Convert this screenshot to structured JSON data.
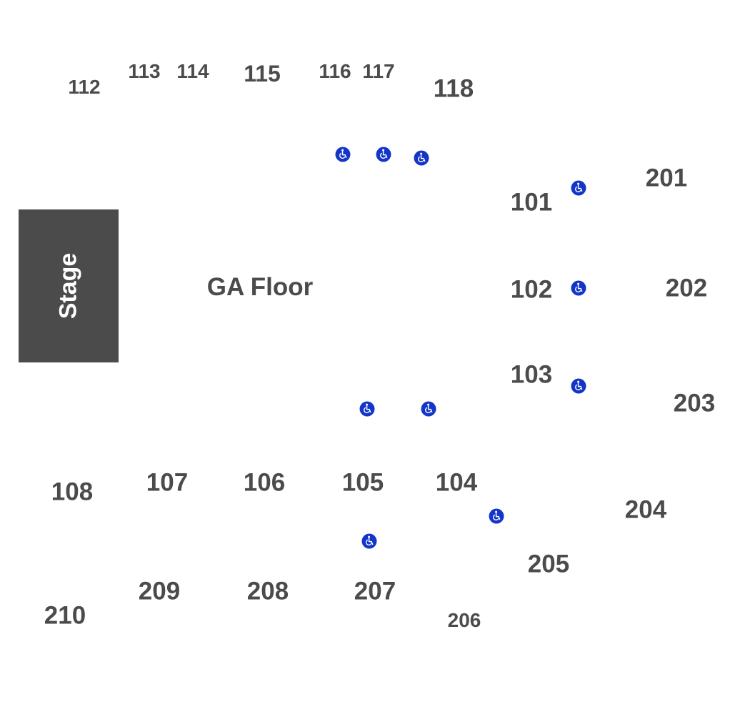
{
  "venue": {
    "stage_label": "Stage",
    "floor_label": "GA Floor",
    "colors": {
      "stage": "#4b4b4b",
      "section_text": "#4b4b4b",
      "accessible_icon": "#1436c8"
    },
    "sections": [
      {
        "id": "112"
      },
      {
        "id": "113"
      },
      {
        "id": "114"
      },
      {
        "id": "115"
      },
      {
        "id": "116"
      },
      {
        "id": "117"
      },
      {
        "id": "118"
      },
      {
        "id": "101"
      },
      {
        "id": "201"
      },
      {
        "id": "102"
      },
      {
        "id": "202"
      },
      {
        "id": "103"
      },
      {
        "id": "203"
      },
      {
        "id": "108"
      },
      {
        "id": "107"
      },
      {
        "id": "106"
      },
      {
        "id": "105"
      },
      {
        "id": "104"
      },
      {
        "id": "204"
      },
      {
        "id": "205"
      },
      {
        "id": "209"
      },
      {
        "id": "208"
      },
      {
        "id": "207"
      },
      {
        "id": "210"
      },
      {
        "id": "206"
      }
    ],
    "accessible_icon": "wheelchair-icon"
  }
}
